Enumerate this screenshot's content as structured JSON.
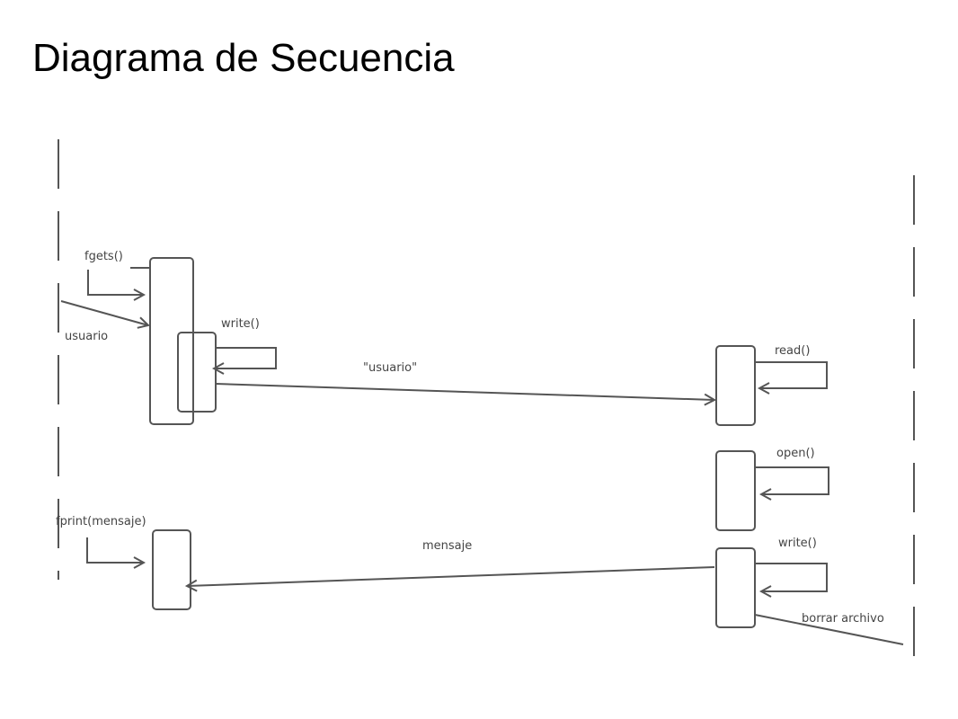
{
  "title": "Diagrama de Secuencia",
  "colors": {
    "stroke": "#555555",
    "text": "#444444",
    "title": "#000000"
  },
  "labels": {
    "fgets": "fgets()",
    "usuario": "usuario",
    "write_client": "write()",
    "usuario_msg": "\"usuario\"",
    "read": "read()",
    "open": "open()",
    "fprint": "fprint(mensaje)",
    "mensaje": "mensaje",
    "write_server": "write()",
    "borrar": "borrar archivo"
  }
}
